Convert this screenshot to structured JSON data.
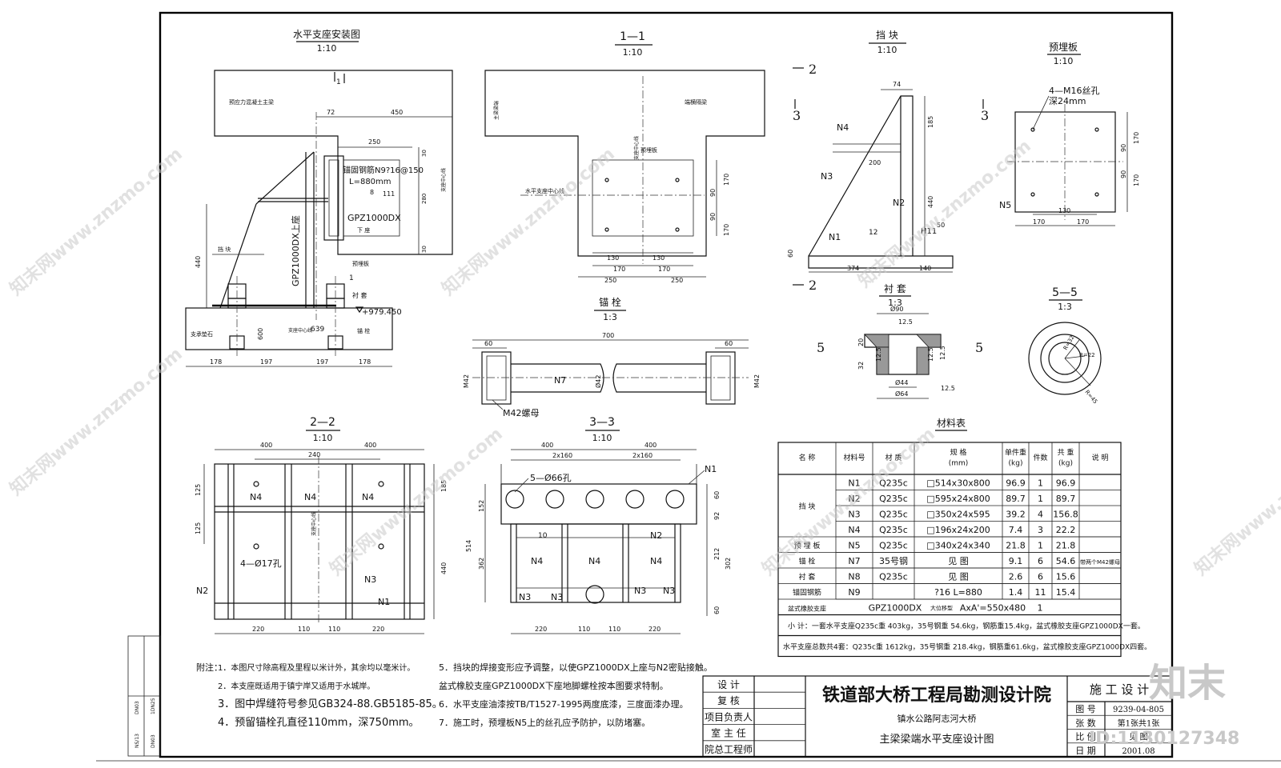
{
  "drawings": {
    "install": {
      "title": "水平支座安装图",
      "scale": "1:10"
    },
    "sec11": {
      "title": "1—1",
      "scale": "1:10"
    },
    "block": {
      "title": "挡  块",
      "scale": "1:10"
    },
    "plate": {
      "title": "预埋板",
      "scale": "1:10"
    },
    "bolt": {
      "title": "锚  栓",
      "scale": "1:3"
    },
    "sleeve": {
      "title": "衬  套",
      "scale": "1:3"
    },
    "sec55": {
      "title": "5—5",
      "scale": "1:3"
    },
    "sec22": {
      "title": "2—2",
      "scale": "1:10"
    },
    "sec33": {
      "title": "3—3",
      "scale": "1:10"
    },
    "table": {
      "title": "材料表"
    }
  },
  "install_labels": {
    "beam": "预应力混凝土主梁",
    "rebar1": "锚固钢筋N9?16@150",
    "rebar2": "L=880mm",
    "support": "GPZ1000DX",
    "lower": "下  座",
    "upper": "GPZ1000DX上座",
    "block": "挡  块",
    "embed": "预埋板",
    "sleeve": "衬  套",
    "elev": "+979.450",
    "pad": "支承垫石",
    "bolt": "锚  栓",
    "center": "支座中心线",
    "d72": "72",
    "d450": "450",
    "d250": "250",
    "d30a": "30",
    "d280": "280",
    "d30b": "30",
    "d440": "440",
    "d600": "600",
    "d639": "639",
    "d178a": "178",
    "d197a": "197",
    "d197b": "197",
    "d178b": "178",
    "sec1": "1",
    "w8": "8",
    "w111": "111"
  },
  "sec11_labels": {
    "beam": "主梁梁端",
    "block": "端横隔梁",
    "plate": "预埋板",
    "centerline": "水平支座中心线",
    "vc": "支座中心线",
    "d130a": "130",
    "d130b": "130",
    "d170a": "170",
    "d170b": "170",
    "d250a": "250",
    "d250b": "250",
    "d170c": "170",
    "d90a": "90",
    "d90b": "90",
    "d170d": "170"
  },
  "block_labels": {
    "sec2a": "2",
    "sec2b": "2",
    "sec3a": "3",
    "sec3b": "3",
    "n1": "N1",
    "n2": "N2",
    "n3": "N3",
    "n4": "N4",
    "w12": "12",
    "w11": "H11",
    "d74": "74",
    "d185": "185",
    "d200": "200",
    "d440": "440",
    "d60": "60",
    "d374": "374",
    "d140": "140",
    "d50": "50"
  },
  "plate_labels": {
    "holes1": "4—M16丝孔",
    "holes2": "深24mm",
    "n5": "N5",
    "d170a": "170",
    "d90a": "90",
    "d90b": "90",
    "d170b": "170",
    "d130": "130",
    "d170c": "170",
    "d170d": "170"
  },
  "bolt_labels": {
    "d700": "700",
    "d60a": "60",
    "d60b": "60",
    "m42a": "M42",
    "m42b": "M42",
    "n7": "N7",
    "d42": "Ø42",
    "nut": "M42螺母"
  },
  "sleeve_labels": {
    "d90": "Ø90",
    "d44": "Ø44",
    "d64": "Ø64",
    "r125a": "12.5",
    "r125b": "12.5",
    "r125c": "12.5",
    "r125d": "12.5",
    "r125e": "12.5",
    "d20": "20",
    "d32": "32",
    "sec5a": "5",
    "sec5b": "5"
  },
  "sec55_labels": {
    "r32": "R=32",
    "r22": "R=22",
    "r45": "R=45"
  },
  "sec22_labels": {
    "d400a": "400",
    "d400b": "400",
    "d240": "240",
    "d125a": "125",
    "d125b": "125",
    "d185": "185",
    "d440": "440",
    "d220a": "220",
    "d110a": "110",
    "d110b": "110",
    "d220b": "220",
    "n4a": "N4",
    "n4b": "N4",
    "n4c": "N4",
    "n2": "N2",
    "n3": "N3",
    "n1": "N1",
    "holes": "4—Ø17孔",
    "center": "支座中心线"
  },
  "sec33_labels": {
    "d400a": "400",
    "d400b": "400",
    "d2x160a": "2x160",
    "d2x160b": "2x160",
    "holes": "5—Ø66孔",
    "n1": "N1",
    "n2": "N2",
    "n4a": "N4",
    "n4b": "N4",
    "n4c": "N4",
    "n3a": "N3",
    "n3b": "N3",
    "n3c": "N3",
    "n3d": "N3",
    "w10": "10",
    "d152": "152",
    "d514": "514",
    "d362": "362",
    "d60a": "60",
    "d92": "92",
    "d212": "212",
    "d302": "302",
    "d60b": "60",
    "d220a": "220",
    "d110a": "110",
    "d110b": "110",
    "d220b": "220"
  },
  "material_table": {
    "headers": [
      "名  称",
      "材料号",
      "材  质",
      "规    格\n(mm)",
      "单件重\n(kg)",
      "件数",
      "共  重\n(kg)",
      "说  明"
    ],
    "groups": [
      {
        "name": "挡  块",
        "rows": [
          [
            "N1",
            "Q235c",
            "□514x30x800",
            "96.9",
            "1",
            "96.9",
            ""
          ],
          [
            "N2",
            "Q235c",
            "□595x24x800",
            "89.7",
            "1",
            "89.7",
            ""
          ],
          [
            "N3",
            "Q235c",
            "□350x24x595",
            "39.2",
            "4",
            "156.8",
            ""
          ],
          [
            "N4",
            "Q235c",
            "□196x24x200",
            "7.4",
            "3",
            "22.2",
            ""
          ]
        ]
      },
      {
        "name": "预 埋 板",
        "rows": [
          [
            "N5",
            "Q235c",
            "□340x24x340",
            "21.8",
            "1",
            "21.8",
            ""
          ]
        ]
      },
      {
        "name": "锚  栓",
        "rows": [
          [
            "N7",
            "35号钢",
            "见  图",
            "9.1",
            "6",
            "54.6",
            "带两个M42螺母"
          ]
        ]
      },
      {
        "name": "衬  套",
        "rows": [
          [
            "N8",
            "Q235c",
            "见  图",
            "2.6",
            "6",
            "15.6",
            ""
          ]
        ]
      },
      {
        "name": "锚固钢筋",
        "rows": [
          [
            "N9",
            "",
            "?16  L=880",
            "1.4",
            "11",
            "15.4",
            ""
          ]
        ]
      }
    ],
    "support_row": {
      "name": "盆式橡胶支座",
      "spec": "GPZ1000DX",
      "type": "大位移型",
      "dim": "AxA'=550x480",
      "count": "1"
    },
    "subtotal": "小  计：一套水平支座Q235c重 403kg，35号钢重 54.6kg，钢筋重15.4kg，盆式橡胶支座GPZ1000DX一套。",
    "total": "水平支座总数共4套：Q235c重 1612kg，35号钢重 218.4kg，钢筋重61.6kg，盆式橡胶支座GPZ1000DX四套。"
  },
  "notes": {
    "label": "附注：",
    "items": [
      "1．本图尺寸除高程及里程以米计外，其余均以毫米计。",
      "2．本支座既适用于镇宁岸又适用于水城岸。",
      "3．图中焊缝符号参见GB324-88.GB5185-85。",
      "4．预留锚栓孔直径110mm，深750mm。",
      "5．挡块的焊接变形应予调整，以使GPZ1000DX上座与N2密贴接触。",
      "    盆式橡胶支座GPZ1000DX下座地脚螺栓按本图要求特制。",
      "6．水平支座油漆按TB/T1527-1995两度底漆，三度面漆办理。",
      "7．施工时，预埋板N5上的丝孔应予防护，以防堵塞。"
    ]
  },
  "title_block": {
    "roles": [
      "设  计",
      "复  核",
      "项目负责人",
      "室 主 任",
      "院总工程师"
    ],
    "institute": "铁道部大桥工程局勘测设计院",
    "project": "镇水公路阿志河大桥",
    "drawing_name": "主梁梁端水平支座设计图",
    "stage": "施 工 设 计",
    "info_labels": [
      "图  号",
      "张  数",
      "比  例",
      "日  期"
    ],
    "info_values": [
      "9239-04-805",
      "第1张共1张",
      "见  图",
      "2001.08"
    ]
  },
  "side_strip": {
    "a": "DN03",
    "b": "1DN25",
    "c": "NS/13",
    "d": "DN03"
  },
  "watermark": {
    "text": "知末网www.znzmo.com",
    "logo": "知末",
    "id": "ID:1130127348"
  }
}
